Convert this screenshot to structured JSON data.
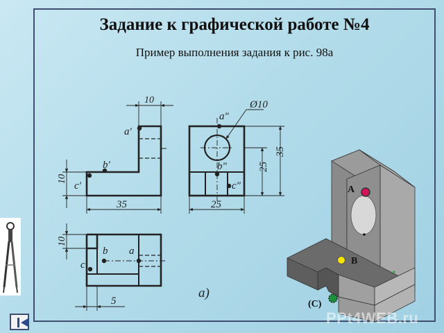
{
  "slide": {
    "title": "Задание к графической работе №4",
    "subtitle": "Пример выполнения задания к рис. 98а"
  },
  "drawing": {
    "front_view": {
      "dim_top": "10",
      "dim_left": "10",
      "dim_bottom": "35",
      "point_a": "a'",
      "point_b": "b'",
      "point_c": "c'"
    },
    "side_view": {
      "dim_hole": "Ø10",
      "dim_right_inner": "25",
      "dim_right_outer": "35",
      "dim_bottom": "25",
      "point_a": "a\"",
      "point_b": "b\"",
      "point_c": "c\""
    },
    "top_view": {
      "dim_left": "10",
      "dim_bottom": "5",
      "point_a": "a",
      "point_b": "b",
      "point_c": "c"
    },
    "figure_caption": "а)"
  },
  "model_3d": {
    "label_a": "A",
    "label_b": "B",
    "label_c": "(C)",
    "colors": {
      "top_face": "#6e6e6e",
      "front_face": "#8c8c8c",
      "side_face": "#a5a5a5",
      "point_a": "#d4145a",
      "point_b": "#f5e600",
      "point_c": "#1e8f3c"
    }
  },
  "navigation": {
    "back_icon": "skip-back-icon",
    "instrument_icon": "compass-icon"
  },
  "watermark": "PPt4WEB.ru"
}
